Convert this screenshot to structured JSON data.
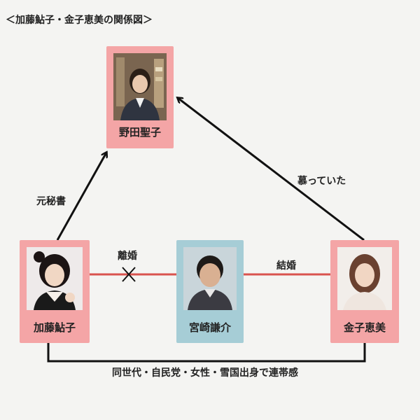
{
  "title": "＜加藤鮎子・金子恵美の関係図＞",
  "people": {
    "noda": {
      "name": "野田聖子"
    },
    "kato": {
      "name": "加藤鮎子"
    },
    "miyazaki": {
      "name": "宮崎謙介"
    },
    "kaneko": {
      "name": "金子恵美"
    }
  },
  "relations": {
    "former_secretary": "元秘書",
    "admired": "慕っていた",
    "divorced": "離婚",
    "married": "結婚",
    "solidarity": "同世代・自民党・女性・雪国出身で連帯感"
  },
  "colors": {
    "card_pink": "#f4a5a6",
    "card_blue": "#a6cdd6",
    "line_red": "#d9534f",
    "line_black": "#111111"
  }
}
